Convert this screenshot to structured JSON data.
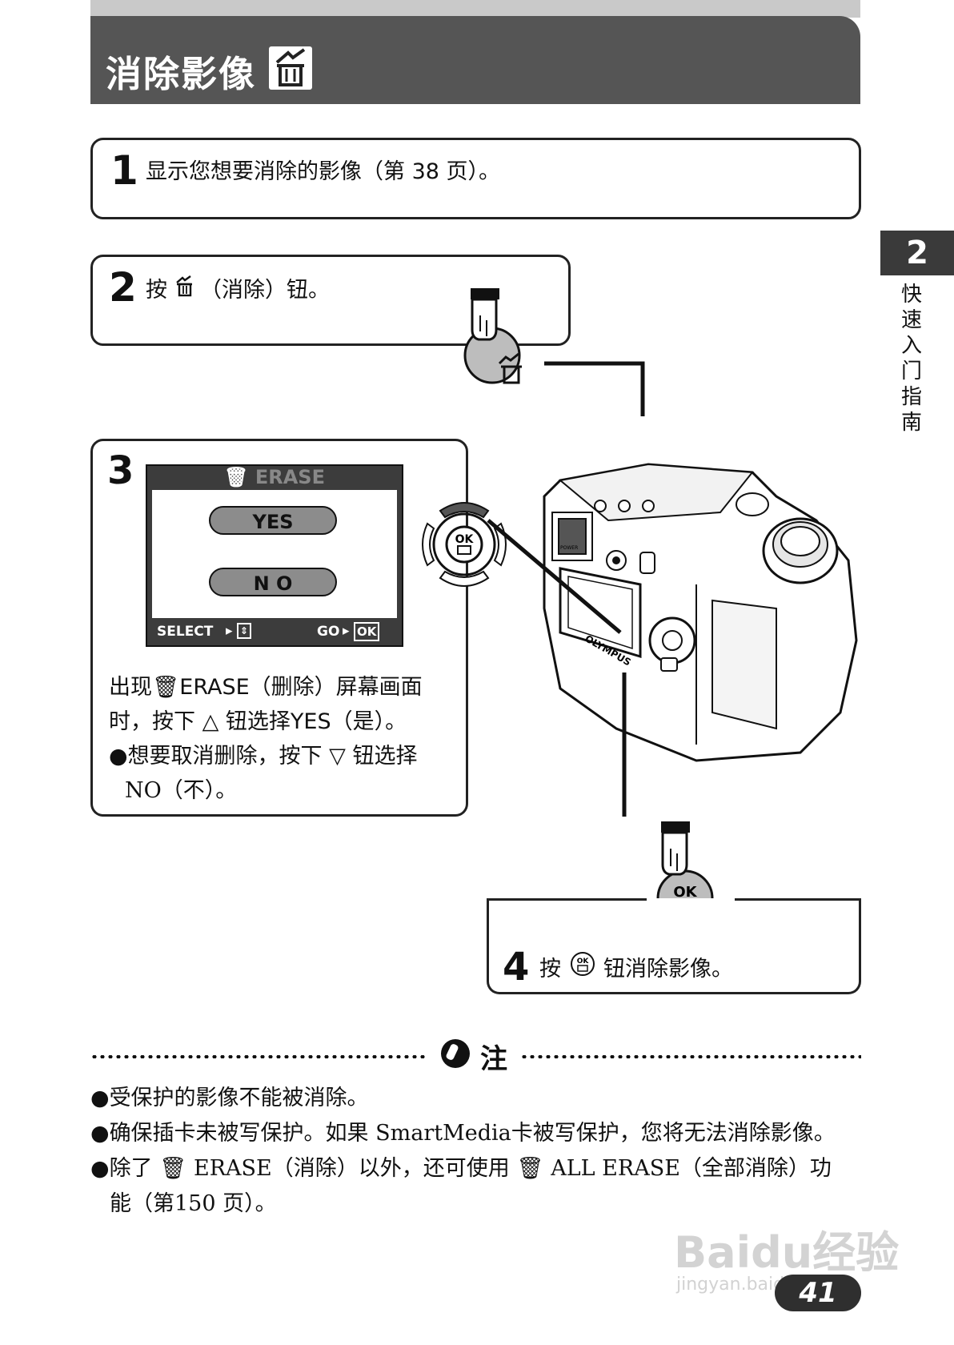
{
  "header": {
    "title": "消除影像"
  },
  "chapter": {
    "number": "2",
    "label": "快速入门指南"
  },
  "steps": [
    {
      "num": "1",
      "text": "显示您想要消除的影像（第 38 页）。"
    },
    {
      "num": "2",
      "text_pre": "按",
      "text_post": "（消除）钮。"
    },
    {
      "num": "3",
      "line1_pre": "出现",
      "line1_post": "ERASE（删除）屏幕画面",
      "line2": "时，按下 △ 钮选择YES（是）。",
      "bullet": "想要取消删除，按下 ▽ 钮选择",
      "bullet2": "NO（不）。"
    },
    {
      "num": "4",
      "text_pre": "按",
      "text_post": "钮消除影像。"
    }
  ],
  "lcd": {
    "title": "ERASE",
    "yes": "YES",
    "no": "N O",
    "select": "SELECT",
    "go": "GO",
    "ok": "OK"
  },
  "dial": {
    "ok": "OK"
  },
  "camera": {
    "brand": "OLYMPUS",
    "power": "POWER"
  },
  "note": {
    "title": "注",
    "items": [
      "受保护的影像不能被消除。",
      "确保插卡未被写保护。如果 SmartMedia卡被写保护，您将无法消除影像。"
    ],
    "item3_pre": "除了",
    "item3_mid": "ERASE（消除）以外，还可使用",
    "item3_post": "ALL ERASE（全部消除）功",
    "item3_line2": "能（第150 页）。"
  },
  "page_number": "41",
  "watermark": {
    "main": "Baidu经验",
    "sub": "jingyan.baidu.com"
  }
}
